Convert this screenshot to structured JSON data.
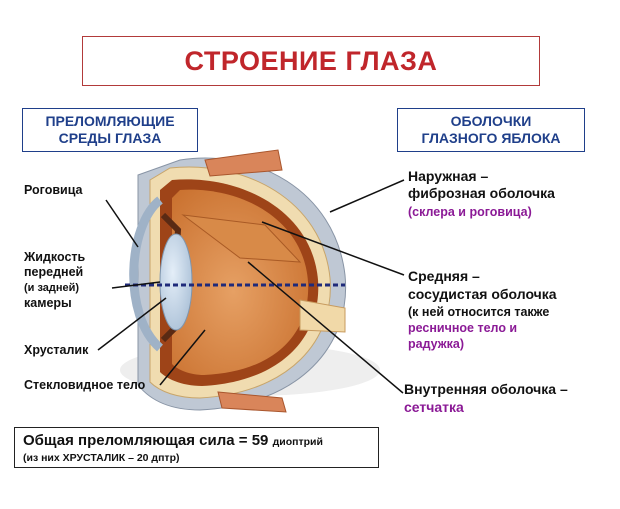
{
  "title": "СТРОЕНИЕ ГЛАЗА",
  "left_header": {
    "line1": "ПРЕЛОМЛЯЮЩИЕ",
    "line2": "СРЕДЫ ГЛАЗА"
  },
  "right_header": {
    "line1": "ОБОЛОЧКИ",
    "line2": "ГЛАЗНОГО ЯБЛОКА"
  },
  "left_labels": {
    "cornea": "Роговица",
    "fluid": {
      "line1": "Жидкость",
      "line2": "передней",
      "line3": "(и задней)",
      "line4": "камеры"
    },
    "lens": "Хрусталик",
    "vitreous": "Стекловидное тело"
  },
  "right_labels": {
    "outer": {
      "line1": "Наружная –",
      "line2": "фиброзная оболочка",
      "note": "(склера и роговица)"
    },
    "middle": {
      "line1": "Средняя –",
      "line2": "сосудистая оболочка",
      "note1": "(к ней относится также",
      "note2": "ресничное тело и",
      "note3": "радужка)"
    },
    "inner": {
      "line1": "Внутренняя оболочка –",
      "line2": "сетчатка"
    }
  },
  "footer": {
    "line1_main": "Общая преломляющая сила = 59",
    "line1_unit": "диоптрий",
    "line2": "(из них ХРУСТАЛИК – 20 дптр)"
  },
  "colors": {
    "title_red": "#c0262b",
    "header_blue": "#1f3f8a",
    "note_purple": "#8b1a96",
    "optical_axis": "#1f2a7a"
  }
}
